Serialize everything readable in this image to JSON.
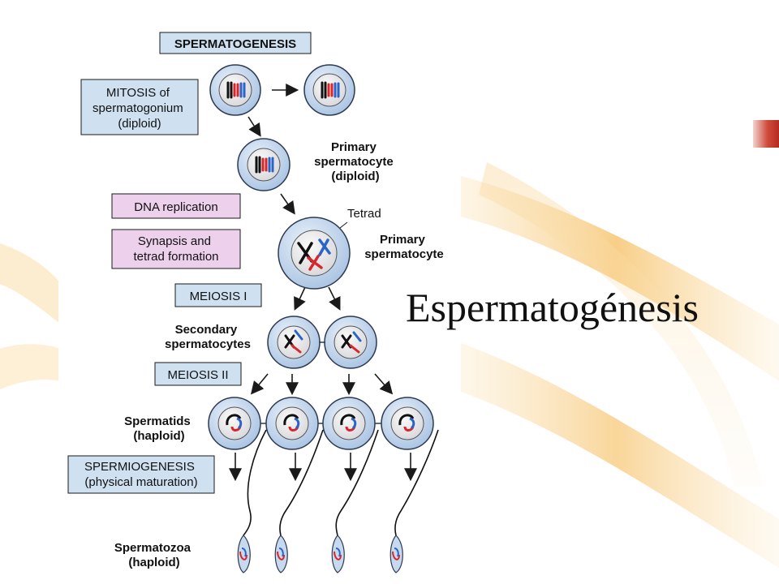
{
  "slide": {
    "title": "Espermatogénesis"
  },
  "diagram": {
    "header": "SPERMATOGENESIS",
    "boxes": {
      "mitosis": [
        "MITOSIS of",
        "spermatogonium",
        "(diploid)"
      ],
      "dna_replication": [
        "DNA replication"
      ],
      "synapsis": [
        "Synapsis and",
        "tetrad formation"
      ],
      "meiosis1": [
        "MEIOSIS I"
      ],
      "meiosis2": [
        "MEIOSIS II"
      ],
      "spermiogenesis": [
        "SPERMIOGENESIS",
        "(physical maturation)"
      ]
    },
    "labels": {
      "primary1": [
        "Primary",
        "spermatocyte",
        "(diploid)"
      ],
      "tetrad": "Tetrad",
      "primary2": [
        "Primary",
        "spermatocyte"
      ],
      "secondary": [
        "Secondary",
        "spermatocytes"
      ],
      "spermatids": [
        "Spermatids",
        "(haploid)"
      ],
      "spermatozoa": [
        "Spermatozoa",
        "(haploid)"
      ]
    }
  },
  "colors": {
    "blue_box": "#cfe0f0",
    "pink_box": "#ecd0ec",
    "cell_outer": "#c7d9ee",
    "cell_inner": "#e9e9ec",
    "chromosome_red": "#d9262b",
    "chromosome_blue": "#2c63c8",
    "swoosh": "#f7c97a"
  }
}
